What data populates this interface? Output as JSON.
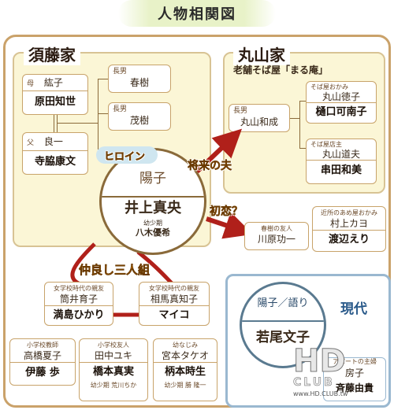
{
  "title": "人物相関図",
  "families": {
    "sudo": {
      "name": "須藤家"
    },
    "maruyama": {
      "name": "丸山家",
      "subtitle": "老舗そば屋「まる庵」"
    }
  },
  "present": {
    "label": "現代"
  },
  "heroine": {
    "badge": "ヒロイン",
    "name": "陽子",
    "actor": "井上真央",
    "child_label": "幼少期",
    "child_actor": "八木優希"
  },
  "sudo_members": {
    "mother": {
      "role": "母",
      "name": "紘子",
      "actor": "原田知世"
    },
    "father": {
      "role": "父",
      "name": "良一",
      "actor": "寺脇康文"
    },
    "son1": {
      "role": "長男",
      "name": "春樹"
    },
    "son2": {
      "role": "長男",
      "name": "茂樹"
    }
  },
  "maru_members": {
    "son": {
      "role": "長男",
      "name": "丸山和成"
    },
    "wife": {
      "role": "そば屋おかみ",
      "name": "丸山徳子",
      "actor": "樋口可南子"
    },
    "owner": {
      "role": "そば屋店主",
      "name": "丸山道夫",
      "actor": "串田和美"
    }
  },
  "relations": {
    "future_husband": "将来の夫",
    "first_love": "初恋？",
    "trio": "仲良し三人組"
  },
  "first_love_card": {
    "role": "春樹の友人",
    "name": "川原功一"
  },
  "neighbor": {
    "role": "近所のあめ屋おかみ",
    "name": "村上カヨ",
    "actor": "渡辺えり"
  },
  "friends": {
    "f1": {
      "role": "女学校時代の親友",
      "name": "筒井育子",
      "actor": "満島ひかり"
    },
    "f2": {
      "role": "女学校時代の親友",
      "name": "相馬真知子",
      "actor": "マイコ"
    }
  },
  "school": {
    "teacher": {
      "role": "小学校教師",
      "name": "高橋夏子",
      "actor": "伊藤 歩"
    },
    "friend": {
      "role": "小学校友人",
      "name": "田中ユキ",
      "actor": "橋本真実",
      "child": "幼少期 荒川ちか"
    },
    "childhood": {
      "role": "幼なじみ",
      "name": "宮本タケオ",
      "actor": "柄本時生",
      "child": "幼少期 勝 隆一"
    }
  },
  "present_circle": {
    "name": "陽子／語り",
    "actor": "若尾文子"
  },
  "present_card": {
    "role": "アパートの主婦",
    "name": "房子",
    "actor": "斉藤由貴"
  },
  "watermark": {
    "logo": "HD",
    "sub": "CLUB",
    "url": "www.HD.CLUB.tw"
  }
}
